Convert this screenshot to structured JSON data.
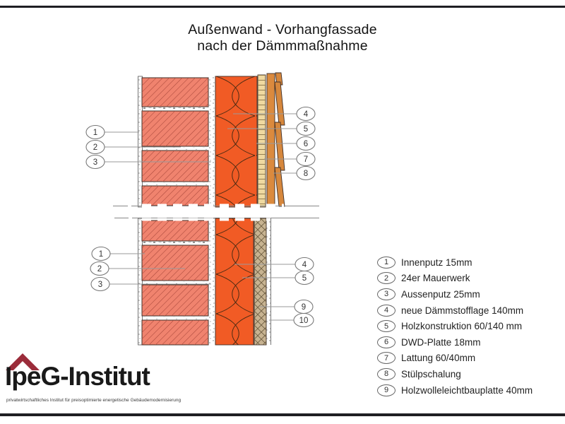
{
  "title": {
    "line1": "Außenwand - Vorhangfassade",
    "line2": "nach der Dämmmaßnahme"
  },
  "legend": {
    "items": [
      {
        "num": "1",
        "label": "Innenputz 15mm"
      },
      {
        "num": "2",
        "label": "24er Mauerwerk"
      },
      {
        "num": "3",
        "label": "Aussenputz 25mm"
      },
      {
        "num": "4",
        "label": "neue Dämmstofflage 140mm"
      },
      {
        "num": "5",
        "label": "Holzkonstruktion 60/140 mm"
      },
      {
        "num": "6",
        "label": "DWD-Platte 18mm"
      },
      {
        "num": "7",
        "label": "Lattung 60/40mm"
      },
      {
        "num": "8",
        "label": "Stülpschalung"
      },
      {
        "num": "9",
        "label": "Holzwolleleichtbauplatte 40mm"
      }
    ]
  },
  "callouts": {
    "upper_left": [
      "1",
      "2",
      "3"
    ],
    "upper_right": [
      "4",
      "5",
      "6",
      "7",
      "8"
    ],
    "lower_left": [
      "1",
      "2",
      "3"
    ],
    "lower_right": [
      "4",
      "5",
      "9",
      "10"
    ]
  },
  "logo": {
    "name": "IpeG-Institut",
    "tagline": "privatwirtschaftliches Institut für preisoptimierte energetische Gebäudemodernisierung"
  },
  "colors": {
    "brick": "#F0836E",
    "brick_hatch": "#A8473A",
    "insulation_orange": "#F15B25",
    "dwd_plate": "#EFD9A0",
    "battens": "#DB8A3E",
    "cladding": "#D6873C",
    "woodwool": "#C7B391",
    "logo_red": "#9B2C3A"
  }
}
